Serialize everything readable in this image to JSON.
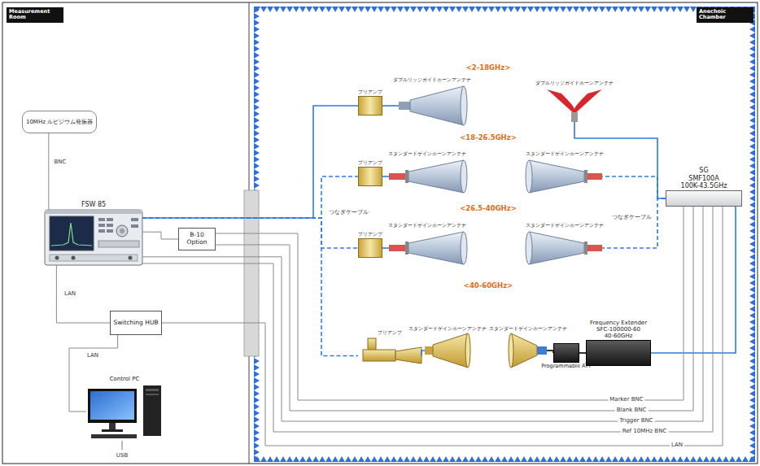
{
  "diagram": {
    "nodes": [
      {
        "text": [
          "Measurement Room"
        ]
      },
      {
        "text": [
          "Anechoic Chamber"
        ]
      },
      {
        "text": [
          "10MHz ルビジウム発振器"
        ],
        "in": 0
      },
      {
        "text": [
          "FSW 85"
        ],
        "in": 0
      },
      {
        "text": [
          "B-10 Option"
        ],
        "in": 0
      },
      {
        "text": [
          "Switching HUB"
        ],
        "in": 0
      },
      {
        "text": [
          "Control PC"
        ],
        "in": 0
      },
      {
        "text": [
          "プリアンプ"
        ],
        "in": 1
      },
      {
        "text": [
          "ダブルリッジガイドホーンアンテナ"
        ],
        "in": 1
      },
      {
        "text": [
          "ダブルリッジガイドホーンアンテナ"
        ],
        "in": 1
      },
      {
        "text": [
          "プリアンプ"
        ],
        "in": 1
      },
      {
        "text": [
          "スタンダードゲインホーンアンテナ"
        ],
        "in": 1
      },
      {
        "text": [
          "スタンダードゲインホーンアンテナ"
        ],
        "in": 1
      },
      {
        "text": [
          "プリアンプ"
        ],
        "in": 1
      },
      {
        "text": [
          "スタンダードゲインホーンアンテナ"
        ],
        "in": 1
      },
      {
        "text": [
          "スタンダードゲインホーンアンテナ"
        ],
        "in": 1
      },
      {
        "text": [
          "プリアンプ"
        ],
        "in": 1
      },
      {
        "text": [
          "スタンダードゲインホーンアンテナ"
        ],
        "in": 1
      },
      {
        "text": [
          "スタンダードゲインホーンアンテナ"
        ],
        "in": 1
      },
      {
        "text": [
          "Programmable ATT"
        ],
        "in": 1
      },
      {
        "text": [
          "Frequency Extender",
          "SFC-100000-60",
          "40-60GHz"
        ],
        "in": 1
      },
      {
        "text": [
          "SG",
          "SMF100A",
          "100K-43.5GHz"
        ],
        "in": 1
      }
    ],
    "edges": [
      {
        "from": 2,
        "to": 3,
        "label": "BNC",
        "arrow": "none"
      },
      {
        "from": 3,
        "to": 4,
        "arrow": "none"
      },
      {
        "from": 3,
        "to": 5,
        "label": "LAN",
        "arrow": "none"
      },
      {
        "from": 5,
        "to": 6,
        "label": "LAN",
        "arrow": "none"
      },
      {
        "from": 3,
        "to": 7,
        "arrow": "none"
      },
      {
        "from": 3,
        "to": 10,
        "arrow": "none"
      },
      {
        "from": 3,
        "to": 13,
        "arrow": "none"
      },
      {
        "from": 3,
        "to": 16,
        "arrow": "none"
      },
      {
        "from": 7,
        "to": 8,
        "arrow": "none"
      },
      {
        "from": 10,
        "to": 11,
        "arrow": "none"
      },
      {
        "from": 13,
        "to": 14,
        "arrow": "none"
      },
      {
        "from": 16,
        "to": 17,
        "arrow": "none"
      },
      {
        "from": 21,
        "to": 9,
        "arrow": "none"
      },
      {
        "from": 21,
        "to": 12,
        "arrow": "none"
      },
      {
        "from": 21,
        "to": 15,
        "arrow": "none"
      },
      {
        "from": 21,
        "to": 20,
        "arrow": "none"
      },
      {
        "from": 20,
        "to": 19,
        "arrow": "none"
      },
      {
        "from": 19,
        "to": 18,
        "arrow": "none"
      },
      {
        "from": 4,
        "to": 21,
        "label": "Marker BNC",
        "arrow": "none"
      },
      {
        "from": 4,
        "to": 21,
        "label": "Blank BNC",
        "arrow": "none"
      },
      {
        "from": 3,
        "to": 21,
        "label": "Trigger BNC",
        "arrow": "none"
      },
      {
        "from": 3,
        "to": 21,
        "label": "Ref 10MHz BNC",
        "arrow": "none"
      },
      {
        "from": 5,
        "to": 21,
        "label": "LAN",
        "arrow": "none"
      }
    ],
    "labels": [
      "<2-18GHz>",
      "<18-26.5GHz>",
      "<26.5-40GHz>",
      "<40-60GHz>",
      "つなぎケーブル",
      "つなぎケーブル",
      "USB"
    ]
  }
}
